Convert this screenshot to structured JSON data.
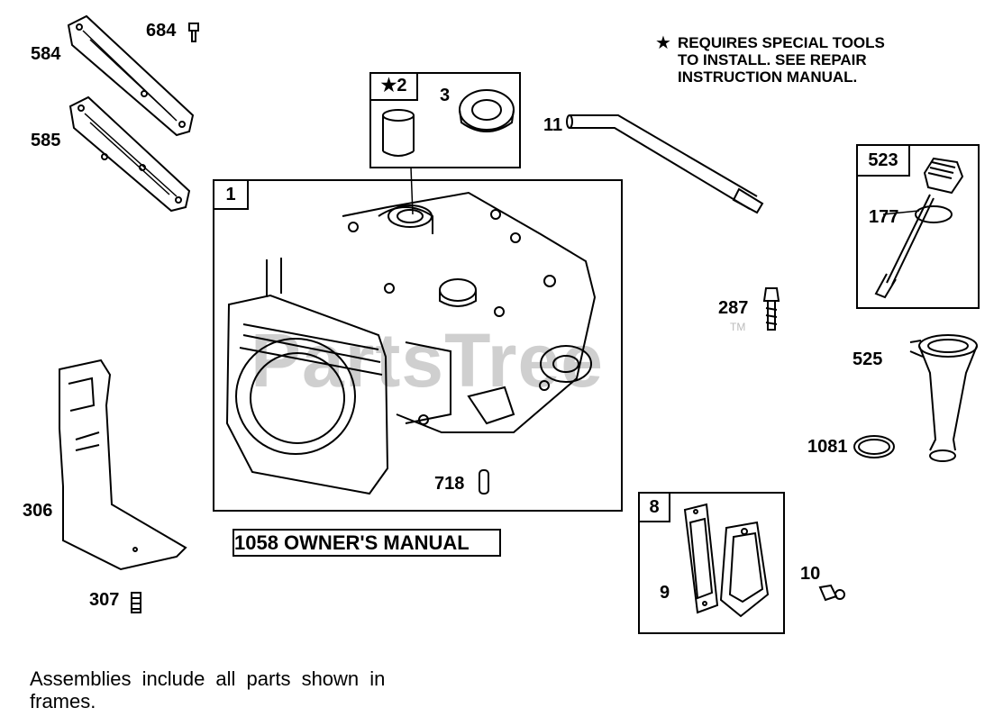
{
  "note": {
    "star": "★",
    "lines": [
      "REQUIRES SPECIAL TOOLS",
      "TO INSTALL.  SEE REPAIR",
      "INSTRUCTION MANUAL."
    ]
  },
  "watermark": {
    "text": "PartsTree",
    "tm": "TM"
  },
  "labels": {
    "p684": "684",
    "p584": "584",
    "p585": "585",
    "p3": "3",
    "p11": "11",
    "p177": "177",
    "p287": "287",
    "p525": "525",
    "p1081": "1081",
    "p306": "306",
    "p307": "307",
    "p718": "718",
    "p9": "9",
    "p10": "10"
  },
  "frames": {
    "f1": "1",
    "f2": "★2",
    "f8": "8",
    "f523": "523"
  },
  "manual": "1058 OWNER'S MANUAL",
  "footer": "Assemblies include all parts shown in frames."
}
